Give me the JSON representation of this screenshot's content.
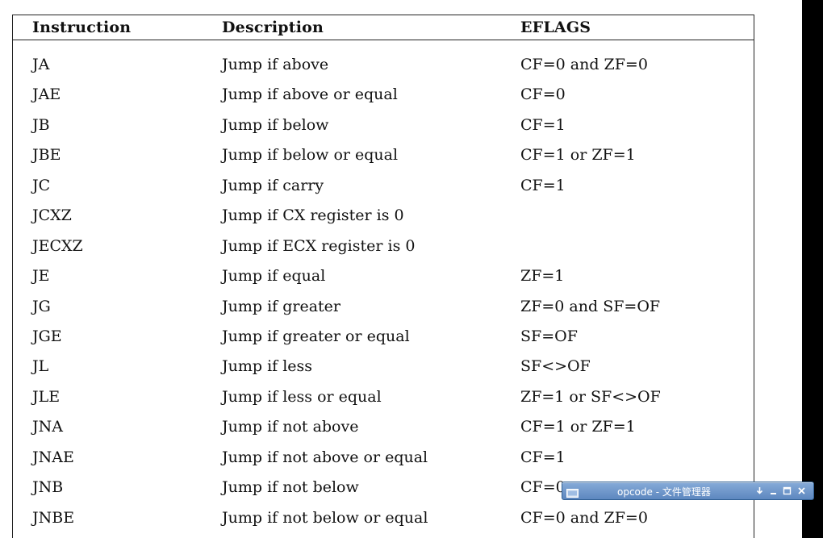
{
  "table": {
    "headers": {
      "instruction": "Instruction",
      "description": "Description",
      "eflags": "EFLAGS"
    },
    "rows": [
      {
        "instruction": "JA",
        "description": "Jump if above",
        "eflags": "CF=0 and ZF=0"
      },
      {
        "instruction": "JAE",
        "description": "Jump if above or equal",
        "eflags": "CF=0"
      },
      {
        "instruction": "JB",
        "description": "Jump if below",
        "eflags": "CF=1"
      },
      {
        "instruction": "JBE",
        "description": "Jump if below or equal",
        "eflags": "CF=1 or ZF=1"
      },
      {
        "instruction": "JC",
        "description": "Jump if carry",
        "eflags": "CF=1"
      },
      {
        "instruction": "JCXZ",
        "description": "Jump if CX register is 0",
        "eflags": ""
      },
      {
        "instruction": "JECXZ",
        "description": "Jump if ECX register is 0",
        "eflags": ""
      },
      {
        "instruction": "JE",
        "description": "Jump if equal",
        "eflags": "ZF=1"
      },
      {
        "instruction": "JG",
        "description": "Jump if greater",
        "eflags": "ZF=0 and SF=OF"
      },
      {
        "instruction": "JGE",
        "description": "Jump if greater or equal",
        "eflags": "SF=OF"
      },
      {
        "instruction": "JL",
        "description": "Jump if less",
        "eflags": "SF<>OF"
      },
      {
        "instruction": "JLE",
        "description": "Jump if less or equal",
        "eflags": "ZF=1 or SF<>OF"
      },
      {
        "instruction": "JNA",
        "description": "Jump if not above",
        "eflags": "CF=1 or ZF=1"
      },
      {
        "instruction": "JNAE",
        "description": "Jump if not above or equal",
        "eflags": "CF=1"
      },
      {
        "instruction": "JNB",
        "description": "Jump if not below",
        "eflags": "CF=0"
      },
      {
        "instruction": "JNBE",
        "description": "Jump if not below or equal",
        "eflags": "CF=0 and ZF=0"
      }
    ]
  },
  "taskbar": {
    "window_title": "opcode - 文件管理器",
    "app_icon": "folder-icon",
    "controls": [
      "down-arrow-icon",
      "minimize-icon",
      "maximize-icon",
      "close-icon"
    ],
    "colors": {
      "button_top": "#86abd8",
      "button_bottom": "#5d87bf",
      "border": "#2f5f93"
    }
  }
}
